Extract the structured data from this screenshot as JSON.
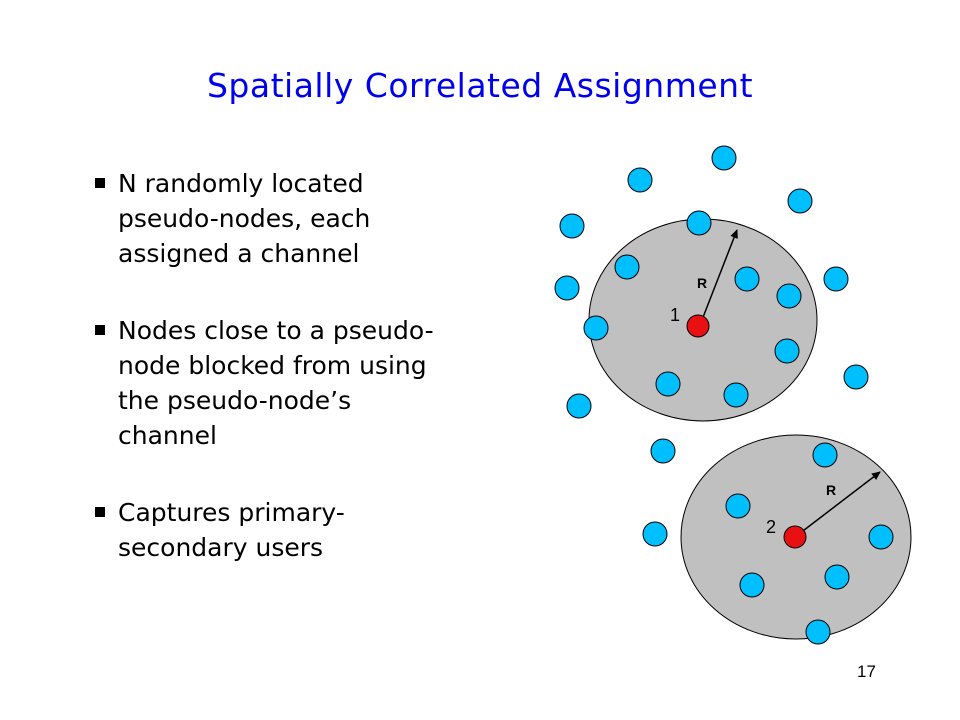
{
  "slide": {
    "title": "Spatially Correlated Assignment",
    "page_number": "17"
  },
  "bullets": [
    {
      "text": "N randomly located pseudo-nodes, each assigned a channel"
    },
    {
      "text": "Nodes close to a pseudo-node blocked from using the pseudo-node’s channel"
    },
    {
      "text": "Captures primary-secondary users"
    }
  ],
  "diagram": {
    "node_color": "#00bfff",
    "pseudo_node_color": "#e81010",
    "region_color": "#c0c0c0",
    "regions": [
      {
        "pseudo_node_label": "1",
        "radius_label": "R"
      },
      {
        "pseudo_node_label": "2",
        "radius_label": "R"
      }
    ]
  }
}
